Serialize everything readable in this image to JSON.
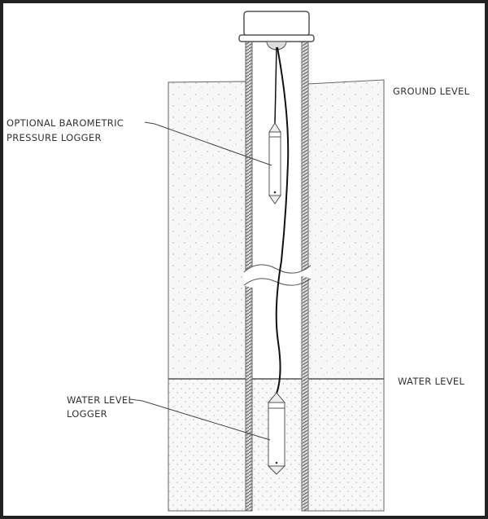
{
  "labels": {
    "ground_level": "GROUND LEVEL",
    "water_level": "WATER LEVEL",
    "baro_logger_line1": "OPTIONAL BAROMETRIC",
    "baro_logger_line2": "PRESSURE LOGGER",
    "water_logger_line1": "WATER LEVEL",
    "water_logger_line2": "LOGGER"
  }
}
